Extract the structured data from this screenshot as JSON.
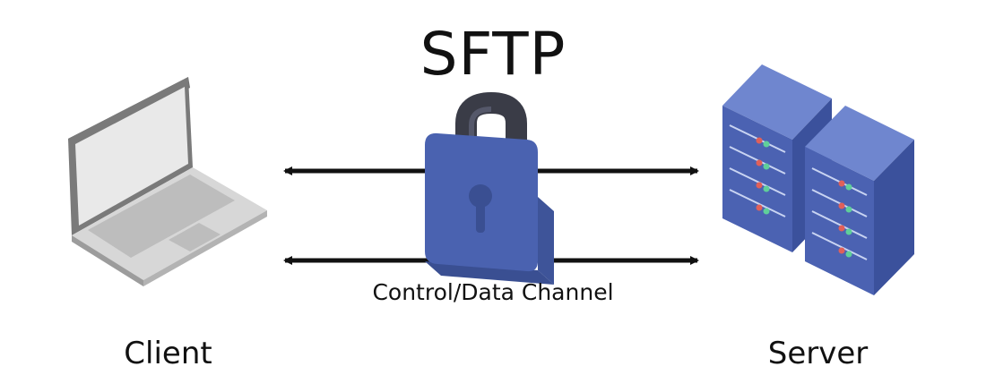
{
  "title": "SFTP",
  "channel_label": "Control/Data Channel",
  "client_label": "Client",
  "server_label": "Server",
  "colors": {
    "lock_blue": "#4a62b0",
    "lock_shackle": "#3a3c47",
    "server_blue": "#3f56a6",
    "laptop_gray": "#bdbdbd",
    "arrow": "#111111"
  }
}
